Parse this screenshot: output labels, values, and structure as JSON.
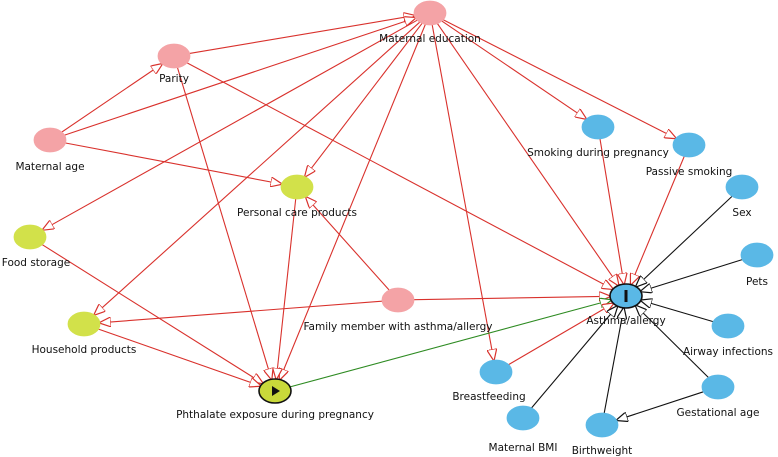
{
  "colors": {
    "confounder_fill": "#f4a3a6",
    "confounder_edge": "#d8d8d8",
    "mediator_fill": "#d2e14a",
    "ancestor_outcome_fill": "#5ab8e6",
    "outcome_fill": "#5ab8e6",
    "exposure_fill": "#c9d93a",
    "biasing_path": "#d9312c",
    "causal_path": "#2e8b22",
    "neutral_path": "#111111"
  },
  "nodes": [
    {
      "id": "maternal-education",
      "label": "Maternal education",
      "kind": "confounder"
    },
    {
      "id": "parity",
      "label": "Parity",
      "kind": "confounder"
    },
    {
      "id": "maternal-age",
      "label": "Maternal age",
      "kind": "confounder"
    },
    {
      "id": "personal-care-products",
      "label": "Personal care products",
      "kind": "mediator"
    },
    {
      "id": "food-storage",
      "label": "Food storage",
      "kind": "mediator"
    },
    {
      "id": "household-products",
      "label": "Household products",
      "kind": "mediator"
    },
    {
      "id": "family-member-asthma",
      "label": "Family member with asthma/allergy",
      "kind": "confounder"
    },
    {
      "id": "phthalate-exposure",
      "label": "Phthalate exposure during pregnancy",
      "kind": "exposure",
      "icon": "play-icon"
    },
    {
      "id": "smoking-pregnancy",
      "label": "Smoking during pregnancy",
      "kind": "ancestor_outcome"
    },
    {
      "id": "passive-smoking",
      "label": "Passive smoking",
      "kind": "ancestor_outcome"
    },
    {
      "id": "sex",
      "label": "Sex",
      "kind": "ancestor_outcome"
    },
    {
      "id": "pets",
      "label": "Pets",
      "kind": "ancestor_outcome"
    },
    {
      "id": "asthma-allergy",
      "label": "Asthma/allergy",
      "kind": "outcome",
      "icon": "outcome-bar-icon"
    },
    {
      "id": "airway-infections",
      "label": "Airway infections",
      "kind": "ancestor_outcome"
    },
    {
      "id": "gestational-age",
      "label": "Gestational age",
      "kind": "ancestor_outcome"
    },
    {
      "id": "birthweight",
      "label": "Birthweight",
      "kind": "ancestor_outcome"
    },
    {
      "id": "maternal-bmi",
      "label": "Maternal BMI",
      "kind": "ancestor_outcome"
    },
    {
      "id": "breastfeeding",
      "label": "Breastfeeding",
      "kind": "ancestor_outcome"
    }
  ],
  "edges": [
    {
      "from": "parity",
      "to": "maternal-education",
      "type": "biasing"
    },
    {
      "from": "maternal-age",
      "to": "maternal-education",
      "type": "biasing"
    },
    {
      "from": "maternal-age",
      "to": "parity",
      "type": "biasing"
    },
    {
      "from": "maternal-age",
      "to": "personal-care-products",
      "type": "biasing"
    },
    {
      "from": "parity",
      "to": "phthalate-exposure",
      "type": "biasing"
    },
    {
      "from": "parity",
      "to": "asthma-allergy",
      "type": "biasing"
    },
    {
      "from": "maternal-education",
      "to": "personal-care-products",
      "type": "biasing"
    },
    {
      "from": "maternal-education",
      "to": "food-storage",
      "type": "biasing"
    },
    {
      "from": "maternal-education",
      "to": "household-products",
      "type": "biasing"
    },
    {
      "from": "maternal-education",
      "to": "phthalate-exposure",
      "type": "biasing"
    },
    {
      "from": "maternal-education",
      "to": "smoking-pregnancy",
      "type": "biasing"
    },
    {
      "from": "maternal-education",
      "to": "passive-smoking",
      "type": "biasing"
    },
    {
      "from": "maternal-education",
      "to": "asthma-allergy",
      "type": "biasing"
    },
    {
      "from": "maternal-education",
      "to": "breastfeeding",
      "type": "biasing"
    },
    {
      "from": "personal-care-products",
      "to": "phthalate-exposure",
      "type": "biasing"
    },
    {
      "from": "food-storage",
      "to": "phthalate-exposure",
      "type": "biasing"
    },
    {
      "from": "household-products",
      "to": "phthalate-exposure",
      "type": "biasing"
    },
    {
      "from": "family-member-asthma",
      "to": "personal-care-products",
      "type": "biasing"
    },
    {
      "from": "family-member-asthma",
      "to": "household-products",
      "type": "biasing"
    },
    {
      "from": "family-member-asthma",
      "to": "asthma-allergy",
      "type": "biasing"
    },
    {
      "from": "phthalate-exposure",
      "to": "asthma-allergy",
      "type": "causal"
    },
    {
      "from": "smoking-pregnancy",
      "to": "asthma-allergy",
      "type": "biasing"
    },
    {
      "from": "passive-smoking",
      "to": "asthma-allergy",
      "type": "biasing"
    },
    {
      "from": "breastfeeding",
      "to": "asthma-allergy",
      "type": "biasing"
    },
    {
      "from": "sex",
      "to": "asthma-allergy",
      "type": "neutral"
    },
    {
      "from": "pets",
      "to": "asthma-allergy",
      "type": "neutral"
    },
    {
      "from": "airway-infections",
      "to": "asthma-allergy",
      "type": "neutral"
    },
    {
      "from": "gestational-age",
      "to": "asthma-allergy",
      "type": "neutral"
    },
    {
      "from": "gestational-age",
      "to": "birthweight",
      "type": "neutral"
    },
    {
      "from": "birthweight",
      "to": "asthma-allergy",
      "type": "neutral"
    },
    {
      "from": "maternal-bmi",
      "to": "asthma-allergy",
      "type": "neutral"
    }
  ]
}
